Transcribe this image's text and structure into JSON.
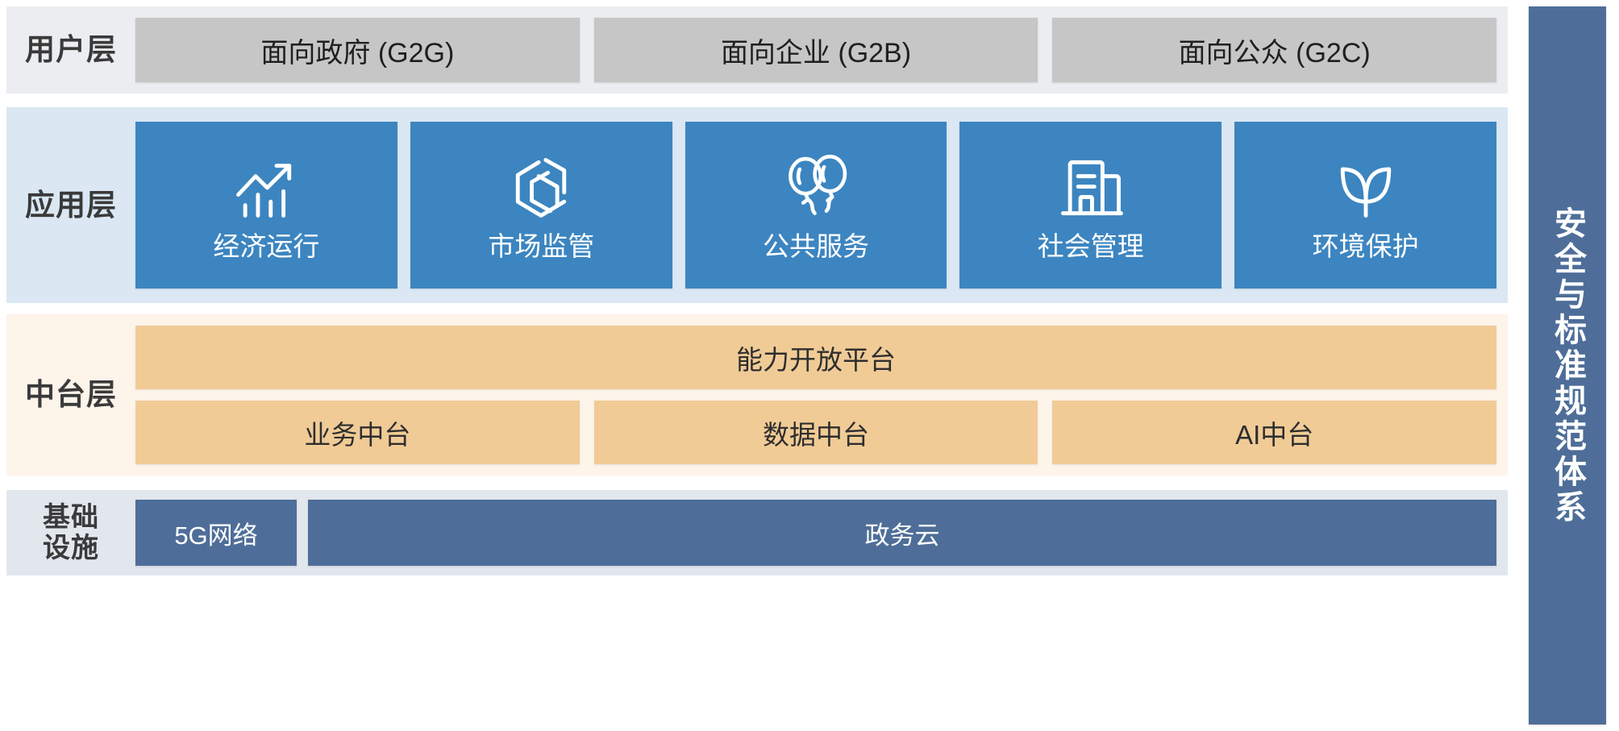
{
  "colors": {
    "user_band_bg": "#ebedf0",
    "user_card_bg": "#c6c6c6",
    "app_band_bg": "#dbe8f3",
    "app_card_bg": "#3c85c0",
    "mid_band_bg": "#fdf4ea",
    "mid_card_bg": "#f0cb96",
    "infra_band_bg": "#e2e7ee",
    "infra_card_bg": "#4e6e99",
    "security_bar_bg": "#4e6e99",
    "label_text": "#3a3a3a"
  },
  "layers": {
    "user": {
      "label": "用户层",
      "cards": [
        {
          "label": "面向政府 (G2G)"
        },
        {
          "label": "面向企业 (G2B)"
        },
        {
          "label": "面向公众 (G2C)"
        }
      ]
    },
    "application": {
      "label": "应用层",
      "cards": [
        {
          "label": "经济运行",
          "icon": "growth-chart-icon"
        },
        {
          "label": "市场监管",
          "icon": "hexagon-cube-icon"
        },
        {
          "label": "公共服务",
          "icon": "balloons-icon"
        },
        {
          "label": "社会管理",
          "icon": "buildings-icon"
        },
        {
          "label": "环境保护",
          "icon": "leaf-sprout-icon"
        }
      ]
    },
    "middle": {
      "label": "中台层",
      "wide_card": {
        "label": "能力开放平台"
      },
      "cards": [
        {
          "label": "业务中台"
        },
        {
          "label": "数据中台"
        },
        {
          "label": "AI中台"
        }
      ]
    },
    "infrastructure": {
      "label": "基础\n设施",
      "label_line1": "基础",
      "label_line2": "设施",
      "cards": [
        {
          "label": "5G网络",
          "width": "narrow"
        },
        {
          "label": "政务云",
          "width": "wide"
        }
      ]
    }
  },
  "security": {
    "label": "安全与标准规范体系"
  }
}
